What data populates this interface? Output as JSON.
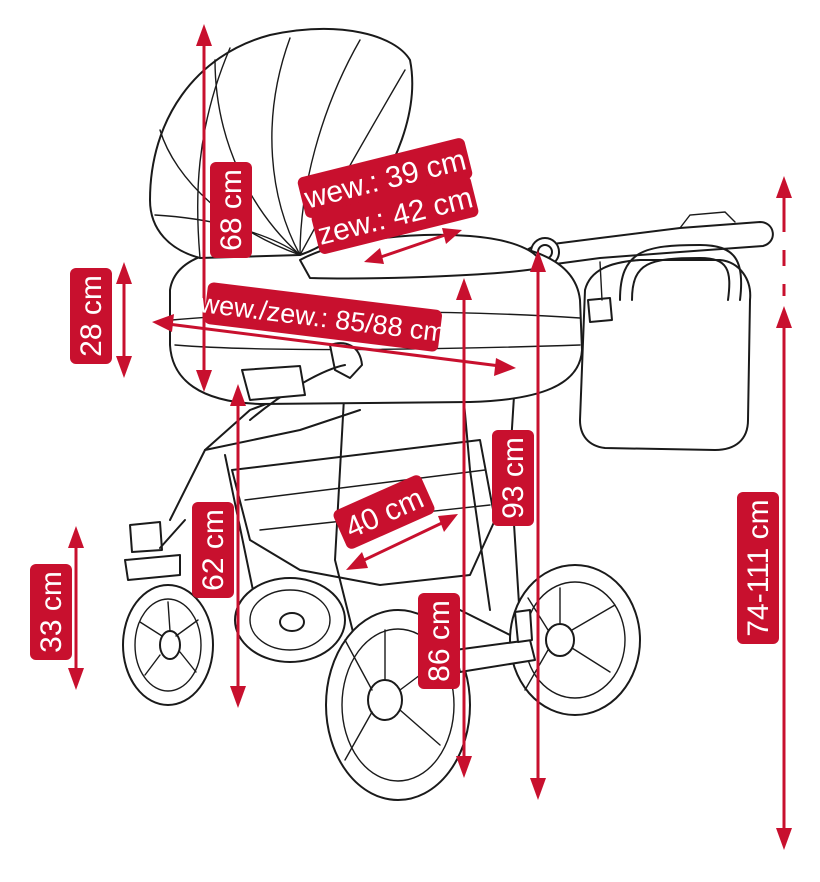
{
  "colors": {
    "accent": "#c8102e",
    "outline": "#1a1a1a",
    "background": "#ffffff"
  },
  "labels": {
    "canopy_height": "68 cm",
    "inner_width": "wew.: 39 cm",
    "outer_width": "zew.: 42 cm",
    "carrycot_depth": "28 cm",
    "carrycot_length": "wew./zew.: 85/88 cm",
    "seat_height": "62 cm",
    "seat_width": "40 cm",
    "front_wheel_height": "33 cm",
    "frame_height": "86 cm",
    "total_height": "93 cm",
    "handle_height": "74-111 cm"
  }
}
